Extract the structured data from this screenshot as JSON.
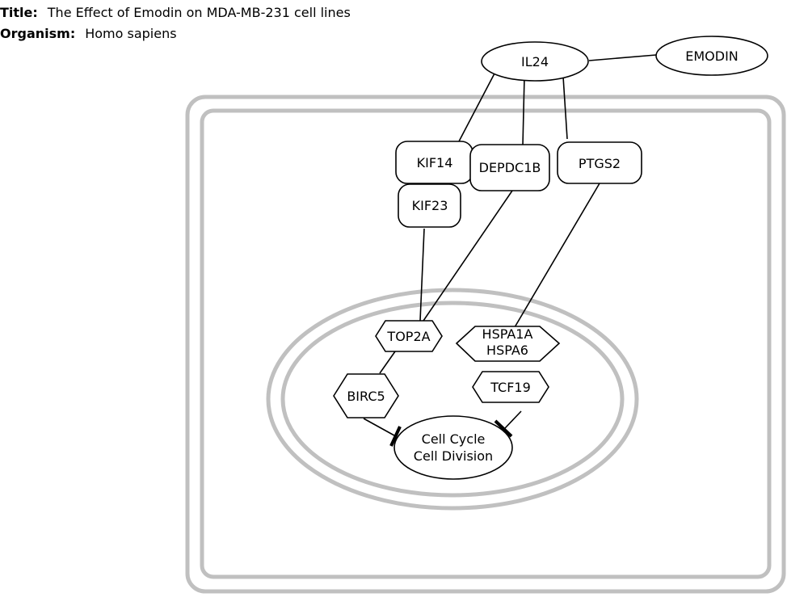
{
  "header": {
    "title_label": "Title:",
    "title_value": "The Effect of Emodin on MDA-MB-231 cell lines",
    "organism_label": "Organism:",
    "organism_value": "Homo sapiens"
  },
  "nodes": {
    "il24": "IL24",
    "emodin": "EMODIN",
    "kif14": "KIF14",
    "kif23": "KIF23",
    "depdc1b": "DEPDC1B",
    "ptgs2": "PTGS2",
    "top2a": "TOP2A",
    "hspa1a": "HSPA1A",
    "hspa6": "HSPA6",
    "birc5": "BIRC5",
    "tcf19": "TCF19",
    "cell_cycle": "Cell Cycle",
    "cell_division": "Cell Division"
  },
  "colors": {
    "compartment": "#c0c0c0",
    "line": "#000000",
    "node_fill": "#ffffff"
  }
}
